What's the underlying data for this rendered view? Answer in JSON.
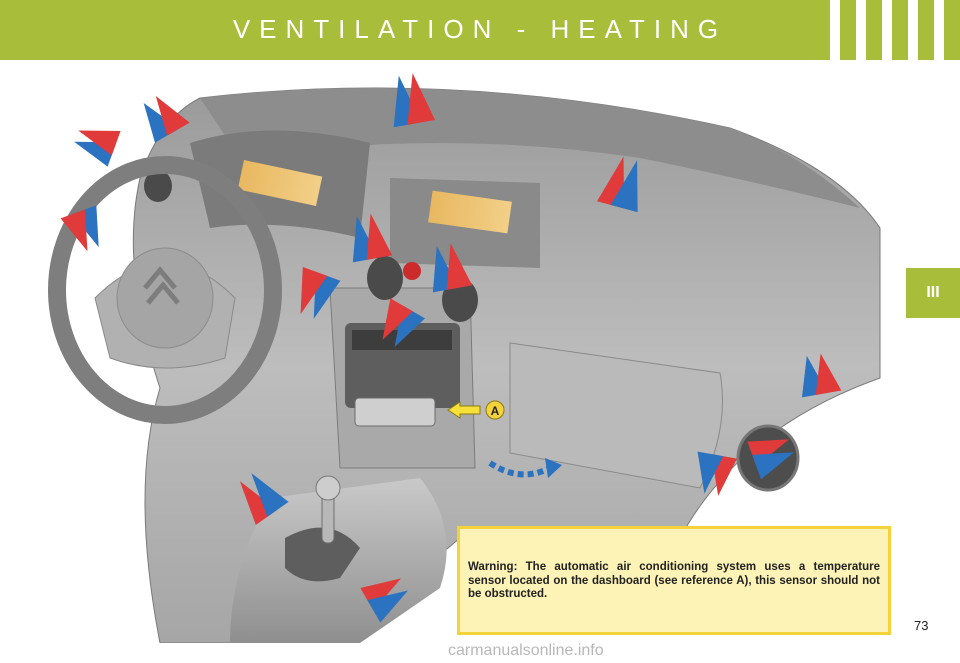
{
  "header": {
    "title": "VENTILATION - HEATING"
  },
  "section_tab": {
    "label": "III"
  },
  "illustration": {
    "reference_label": "A"
  },
  "warning": {
    "text": "Warning: The automatic air conditioning system uses a temperature sensor located on the dashboard (see reference A), this sensor should not be obstructed."
  },
  "page_number": "73",
  "watermark": "carmanualsonline.info",
  "colors": {
    "header": "#a8be3a",
    "warning_bg": "#fdf3b6",
    "warning_border": "#f4d23a",
    "arrow_blue": "#2b73c0",
    "arrow_red": "#e03a3a"
  }
}
